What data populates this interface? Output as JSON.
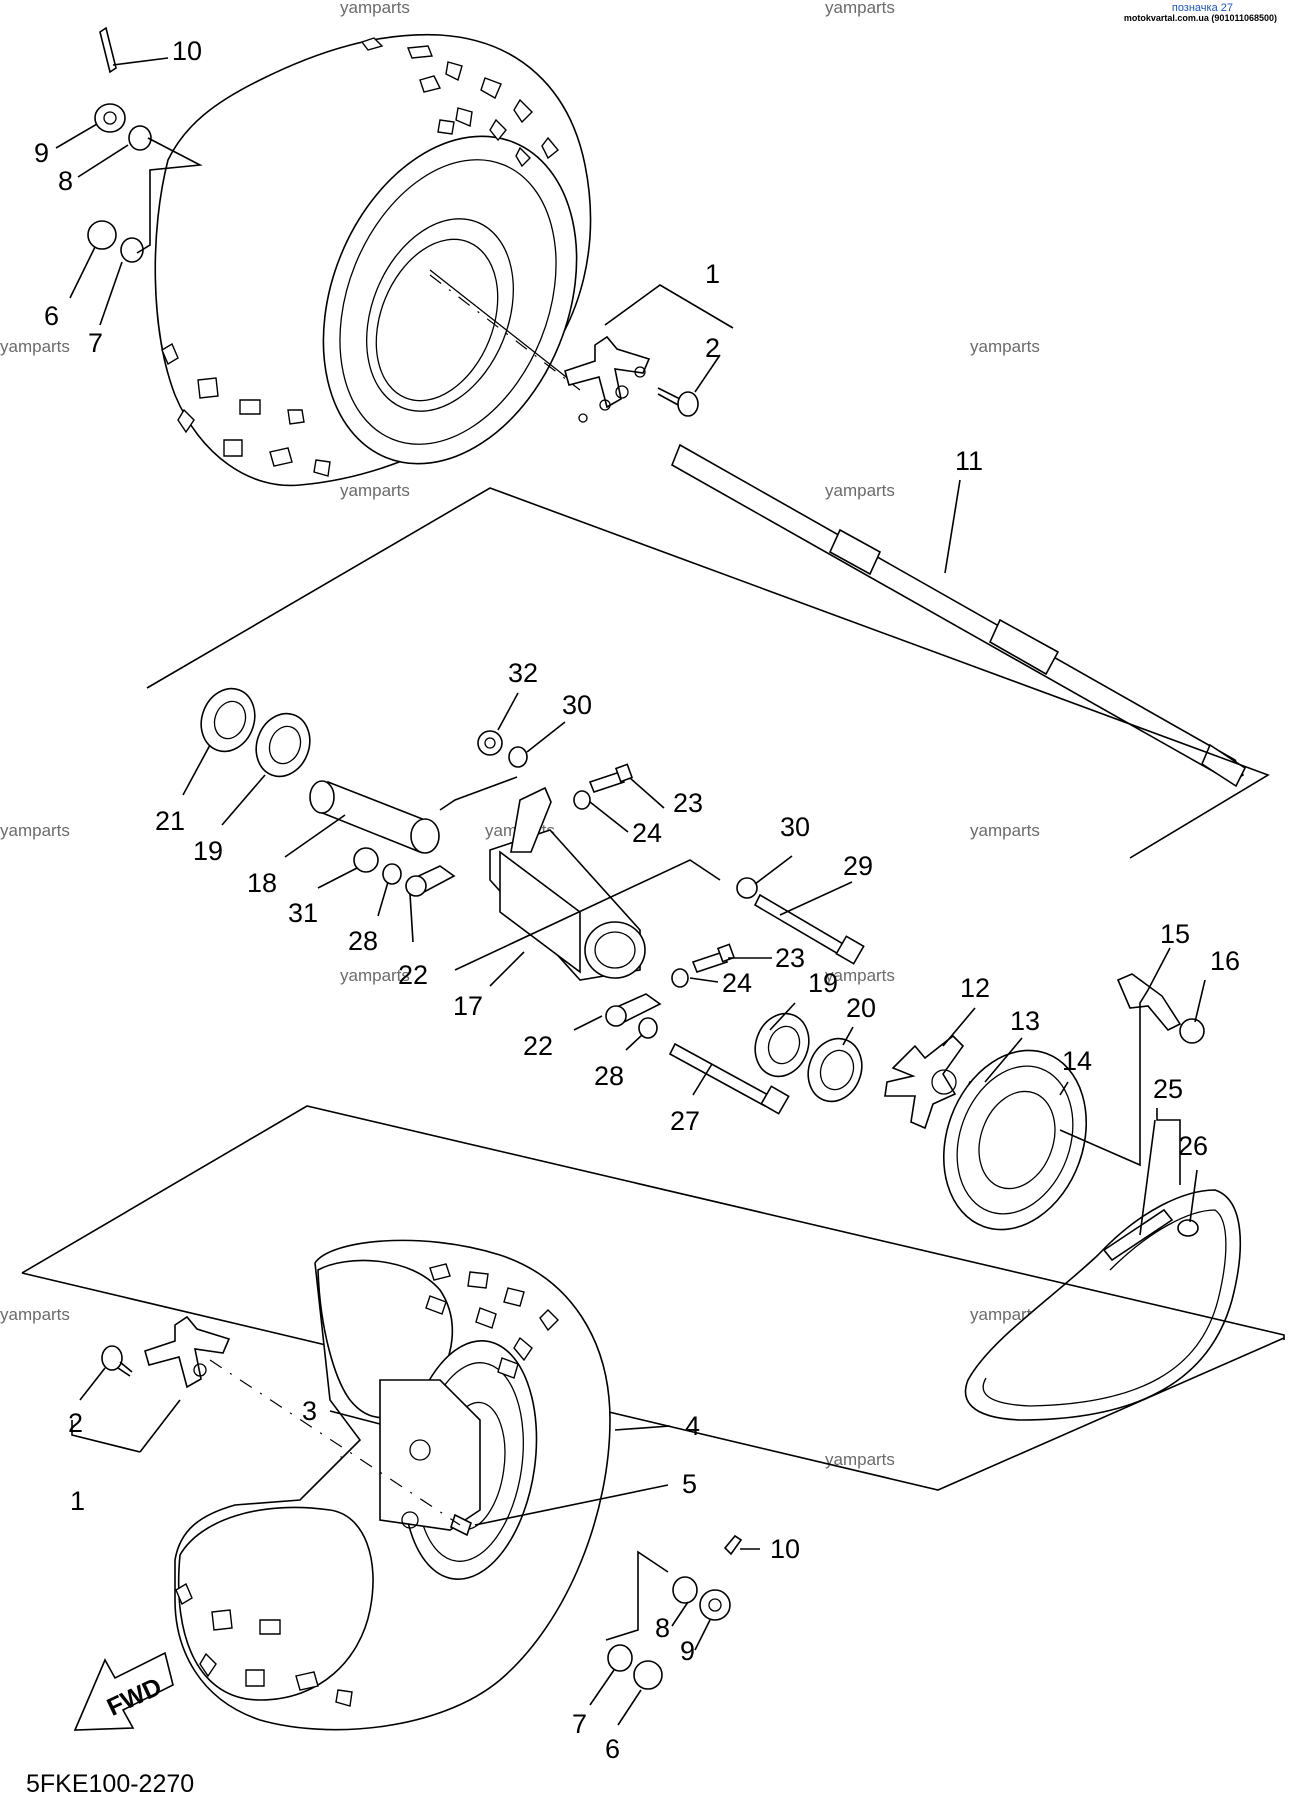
{
  "header": {
    "link_label": "позначка 27",
    "site_label": "motokvartal.com.ua (901011068500)"
  },
  "watermark_text": "yamparts",
  "diagram_code": "5FKE100-2270",
  "fwd_label": "FWD",
  "callouts": {
    "c1": "1",
    "c2": "2",
    "c3": "3",
    "c4": "4",
    "c5": "5",
    "c6": "6",
    "c7": "7",
    "c8": "8",
    "c9": "9",
    "c10": "10",
    "c11": "11",
    "c12": "12",
    "c13": "13",
    "c14": "14",
    "c15": "15",
    "c16": "16",
    "c17": "17",
    "c18": "18",
    "c19": "19",
    "c20": "20",
    "c21": "21",
    "c22": "22",
    "c23": "23",
    "c24": "24",
    "c25": "25",
    "c26": "26",
    "c27": "27",
    "c28": "28",
    "c29": "29",
    "c30": "30",
    "c31": "31",
    "c32": "32"
  }
}
